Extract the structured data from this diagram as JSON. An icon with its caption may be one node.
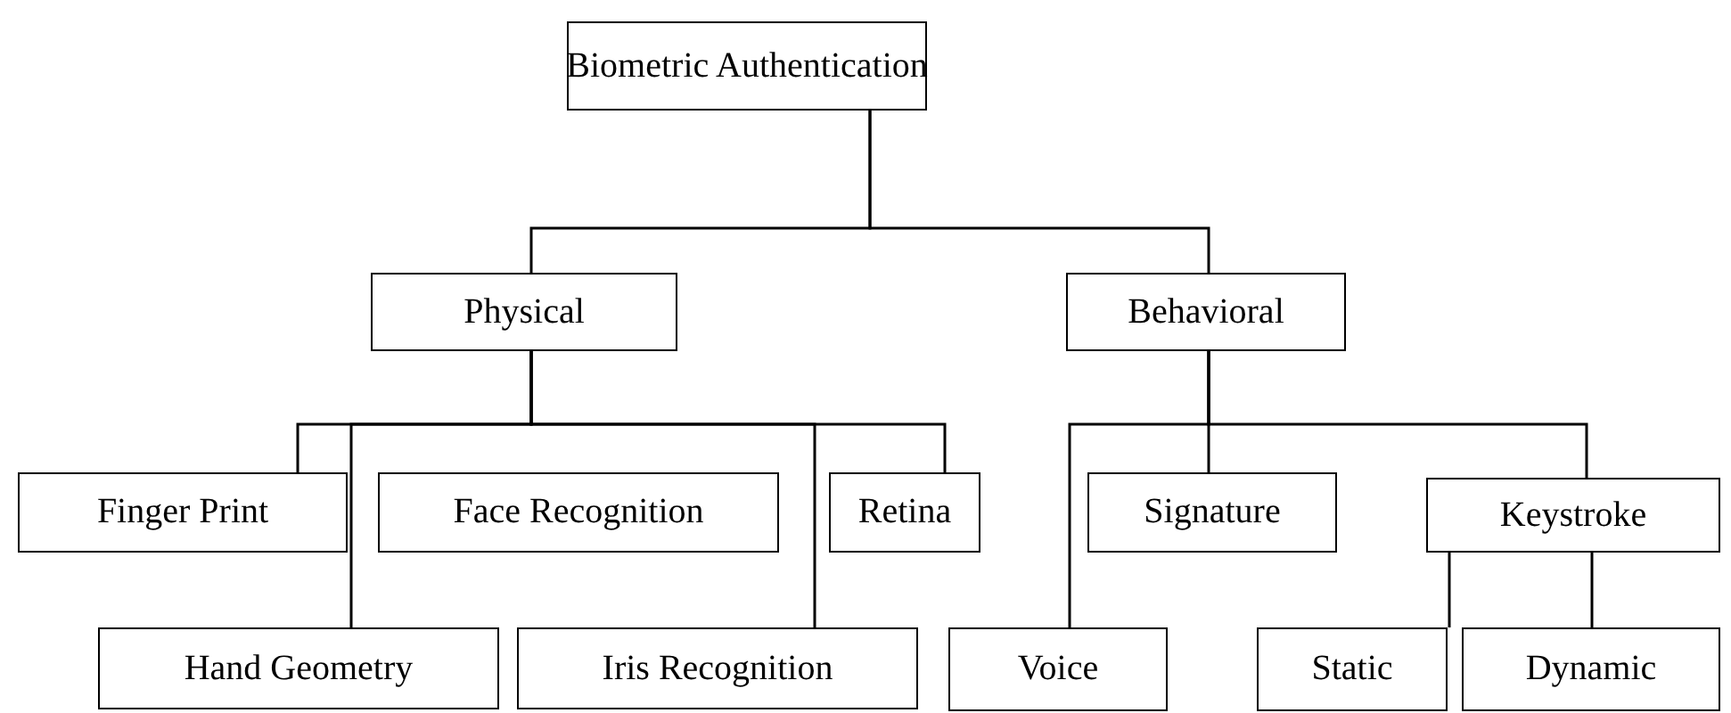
{
  "diagram": {
    "nodes": [
      {
        "text": [
          "Biometric Authentication"
        ]
      },
      {
        "text": [
          "Physical"
        ]
      },
      {
        "text": [
          "Behavioral"
        ]
      },
      {
        "text": [
          "Finger Print"
        ]
      },
      {
        "text": [
          "Face Recognition"
        ]
      },
      {
        "text": [
          "Retina"
        ]
      },
      {
        "text": [
          "Signature"
        ]
      },
      {
        "text": [
          "Keystroke"
        ]
      },
      {
        "text": [
          "Hand Geometry"
        ]
      },
      {
        "text": [
          "Iris Recognition"
        ]
      },
      {
        "text": [
          "Voice"
        ]
      },
      {
        "text": [
          "Static"
        ]
      },
      {
        "text": [
          "Dynamic"
        ]
      }
    ],
    "edges": [
      {
        "from": 0,
        "to": 1,
        "arrow": "none"
      },
      {
        "from": 0,
        "to": 2,
        "arrow": "none"
      },
      {
        "from": 1,
        "to": 3,
        "arrow": "none"
      },
      {
        "from": 1,
        "to": 8,
        "arrow": "none"
      },
      {
        "from": 1,
        "to": 9,
        "arrow": "none"
      },
      {
        "from": 1,
        "to": 5,
        "arrow": "none"
      },
      {
        "from": 2,
        "to": 10,
        "arrow": "none"
      },
      {
        "from": 2,
        "to": 6,
        "arrow": "none"
      },
      {
        "from": 2,
        "to": 7,
        "arrow": "none"
      },
      {
        "from": 7,
        "to": 11,
        "arrow": "none"
      },
      {
        "from": 7,
        "to": 12,
        "arrow": "none"
      }
    ]
  }
}
